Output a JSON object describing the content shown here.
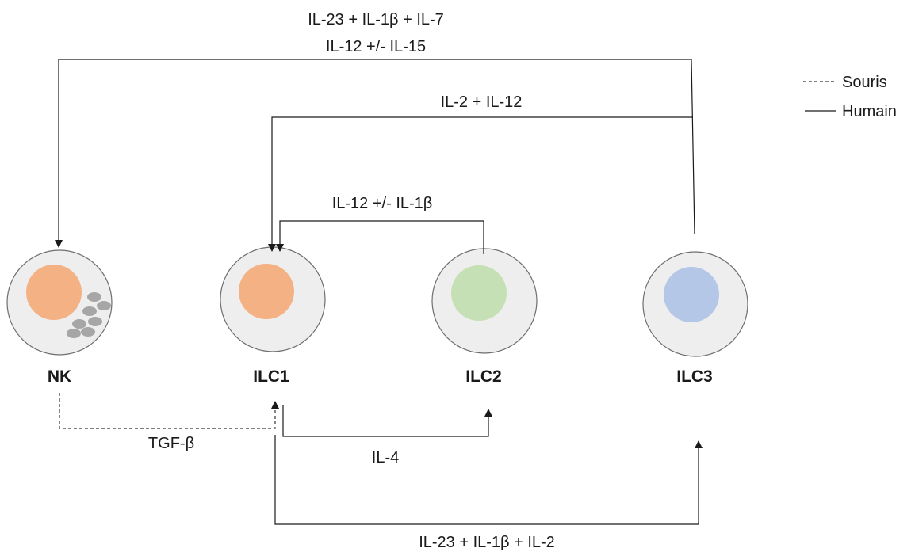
{
  "legend": {
    "dashed_label": "Souris",
    "solid_label": "Humain"
  },
  "cells": {
    "nk": {
      "label": "NK",
      "nucleus_color": "#f4b183",
      "granule_color": "#a6a6a6"
    },
    "ilc1": {
      "label": "ILC1",
      "nucleus_color": "#f4b183"
    },
    "ilc2": {
      "label": "ILC2",
      "nucleus_color": "#c5e0b4"
    },
    "ilc3": {
      "label": "ILC3",
      "nucleus_color": "#b4c7e7"
    }
  },
  "conversions": {
    "ilc3_to_nk": {
      "label_line1": "IL-23 + IL-1β + IL-7",
      "label_line2": "IL-12 +/- IL-15"
    },
    "ilc3_to_ilc1": {
      "label": "IL-2 + IL-12"
    },
    "ilc2_to_ilc1": {
      "label": "IL-12 +/- IL-1β"
    },
    "nk_to_ilc1": {
      "label": "TGF-β",
      "species": "Souris"
    },
    "ilc1_to_ilc2": {
      "label": "IL-4"
    },
    "ilc1_to_ilc3": {
      "label": "IL-23 + IL-1β + IL-2"
    }
  }
}
